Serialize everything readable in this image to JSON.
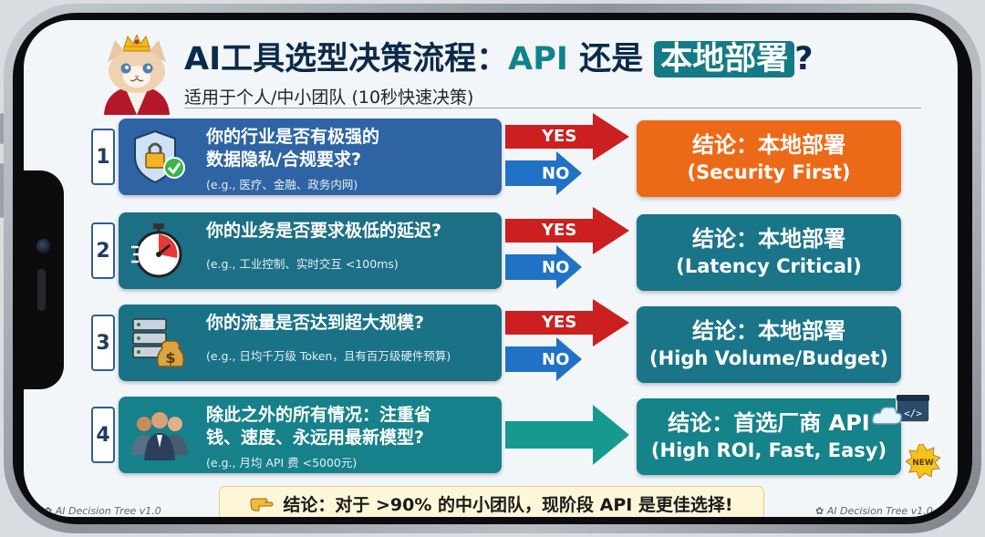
{
  "header": {
    "title_part1": "AI工具选型决策流程：",
    "title_api": "API",
    "title_mid": " 还是 ",
    "title_highlight": "本地部署",
    "title_end": "?",
    "subtitle": "适用于个人/中小团队 (10秒快速决策)"
  },
  "rows": [
    {
      "number": "1",
      "question_line1": "你的行业是否有极强的",
      "question_line2": "数据隐私/合规要求?",
      "example": "(e.g., 医疗、金融、政务内网)",
      "icon": "shield-lock-icon",
      "yes_label": "YES",
      "no_label": "NO",
      "result_line1": "结论：本地部署",
      "result_line2": "(Security First)",
      "card_color": "#2e64a3",
      "result_color": "#ec6a17"
    },
    {
      "number": "2",
      "question_line1": "你的业务是否要求极低的延迟?",
      "question_line2": "",
      "example": "(e.g., 工业控制、实时交互 <100ms)",
      "icon": "stopwatch-icon",
      "yes_label": "YES",
      "no_label": "NO",
      "result_line1": "结论：本地部署",
      "result_line2": "(Latency Critical)",
      "card_color": "#1d6f86",
      "result_color": "#1a7589"
    },
    {
      "number": "3",
      "question_line1": "你的流量是否达到超大规模?",
      "question_line2": "",
      "example": "(e.g., 日均千万级 Token，且有百万级硬件预算)",
      "icon": "server-money-icon",
      "yes_label": "YES",
      "no_label": "NO",
      "result_line1": "结论：本地部署",
      "result_line2": "(High Volume/Budget)",
      "card_color": "#1a7287",
      "result_color": "#1a7589"
    },
    {
      "number": "4",
      "question_line1": "除此之外的所有情况：注重省",
      "question_line2": "钱、速度、永远用最新模型?",
      "example": "(e.g., 月均 API 费 <5000元)",
      "icon": "team-icon",
      "yes_label": "",
      "no_label": "",
      "result_line1": "结论：首选厂商 API",
      "result_line2": "(High ROI, Fast, Easy)",
      "card_color": "#16818a",
      "result_color": "#168289"
    }
  ],
  "badges": {
    "new_label": "NEW",
    "code_glyph": "</>"
  },
  "footer": {
    "text": "结论：对于 >90% 的中小团队，现阶段 API 是更佳选择!",
    "pointer_icon": "pointing-hand-icon"
  },
  "watermark": {
    "left": "AI Decision Tree v1.0",
    "right": "AI Decision Tree v1.0"
  },
  "colors": {
    "yes_arrow": "#cc1f1f",
    "no_arrow": "#1f72c4",
    "plain_arrow": "#169a8d"
  }
}
